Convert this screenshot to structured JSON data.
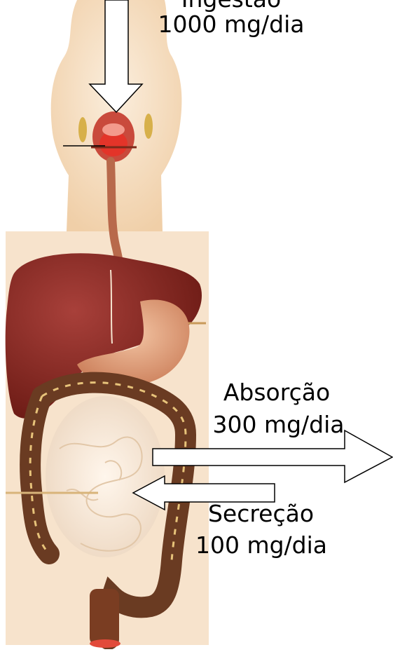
{
  "intake": {
    "line1": "Ingestão",
    "line2": "1000 mg/dia"
  },
  "absorption": {
    "line1": "Absorção",
    "line2": "300 mg/dia"
  },
  "secretion": {
    "line1": "Secreção",
    "line2": "100 mg/dia"
  },
  "colors": {
    "skin": "#f6dfc2",
    "liver": "#8e2a22",
    "stomach": "#e7a07a",
    "colon": "#6a3b22",
    "small_intestine": "#f4e6d6",
    "esophagus": "#b8694b",
    "arrow_stroke": "#000000",
    "arrow_fill": "#ffffff"
  }
}
